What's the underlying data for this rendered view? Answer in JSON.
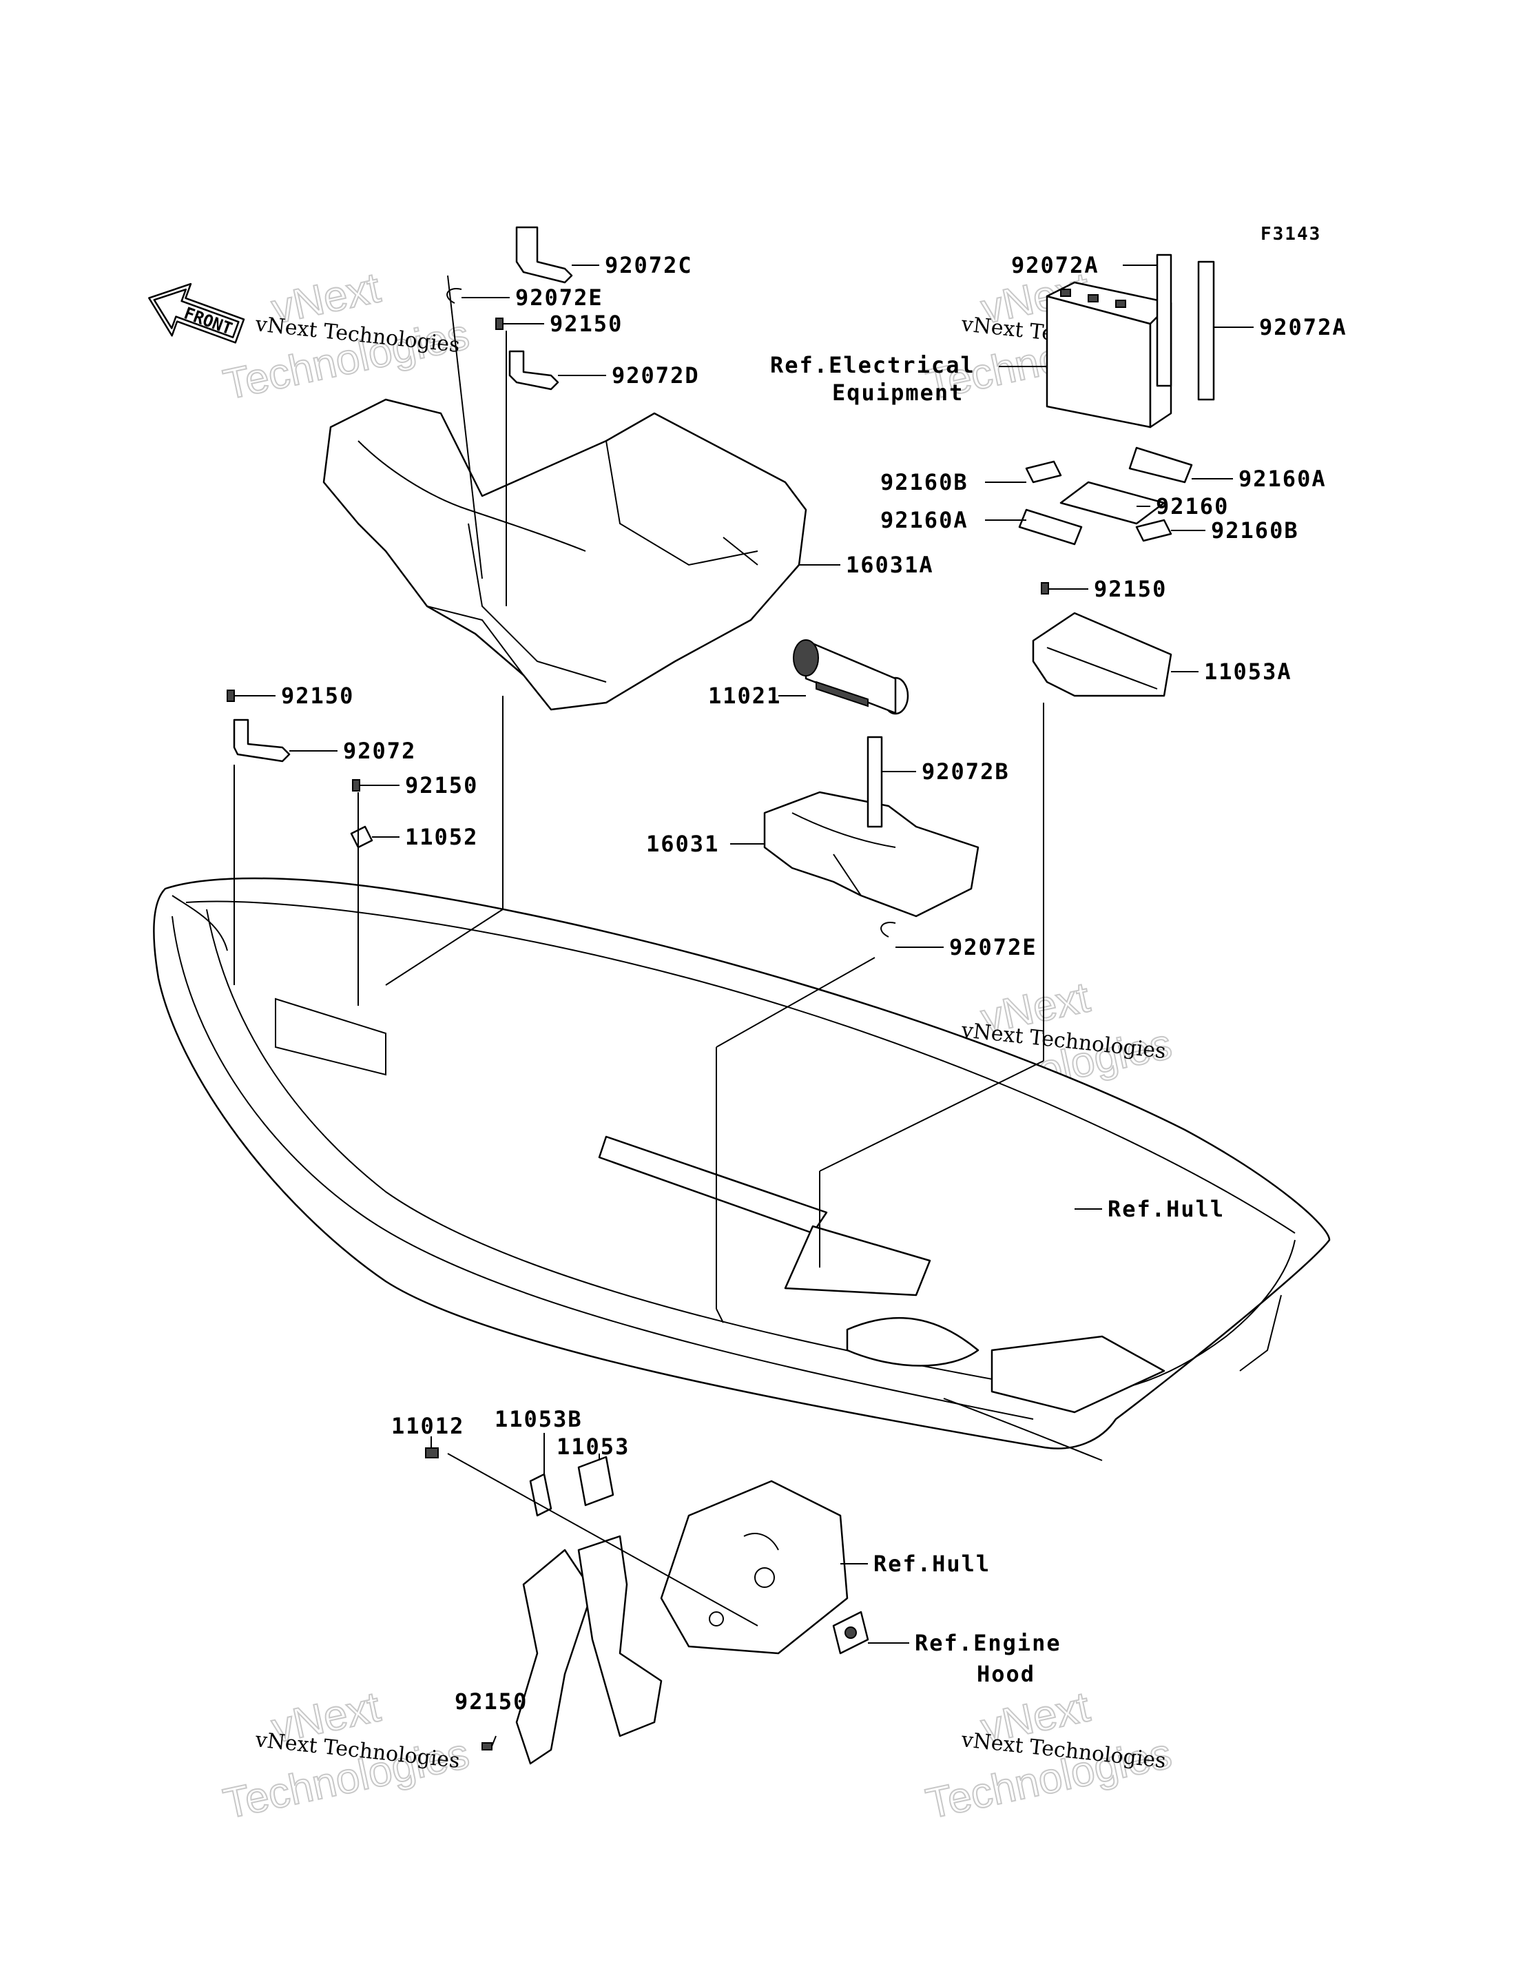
{
  "figure_code": "F3143",
  "front_arrow": {
    "label": "FRONT",
    "icon": "front-direction-arrow-icon"
  },
  "watermark": {
    "line1": "vNext Technologies",
    "line2": "vNext",
    "line3": "Technologies"
  },
  "callouts": {
    "p92072C": "92072C",
    "p92072E_top": "92072E",
    "p92150_top": "92150",
    "p92072D": "92072D",
    "p16031A": "16031A",
    "p92150_left": "92150",
    "p92072": "92072",
    "p92150_mid": "92150",
    "p11052": "11052",
    "p11021": "11021",
    "p92072B": "92072B",
    "p16031": "16031",
    "p92072E_mid": "92072E",
    "p92072A_left": "92072A",
    "p92072A_right": "92072A",
    "ref_electrical_1": "Ref.Electrical",
    "ref_electrical_2": "Equipment",
    "p92160B_left": "92160B",
    "p92160A_right": "92160A",
    "p92160": "92160",
    "p92160A_left": "92160A",
    "p92160B_right": "92160B",
    "p92150_right": "92150",
    "p11053A": "11053A",
    "ref_hull_1": "Ref.Hull",
    "p11012": "11012",
    "p11053B": "11053B",
    "p11053": "11053",
    "ref_hull_2": "Ref.Hull",
    "ref_engine_1": "Ref.Engine",
    "ref_engine_2": "Hood",
    "p92150_bottom": "92150"
  }
}
